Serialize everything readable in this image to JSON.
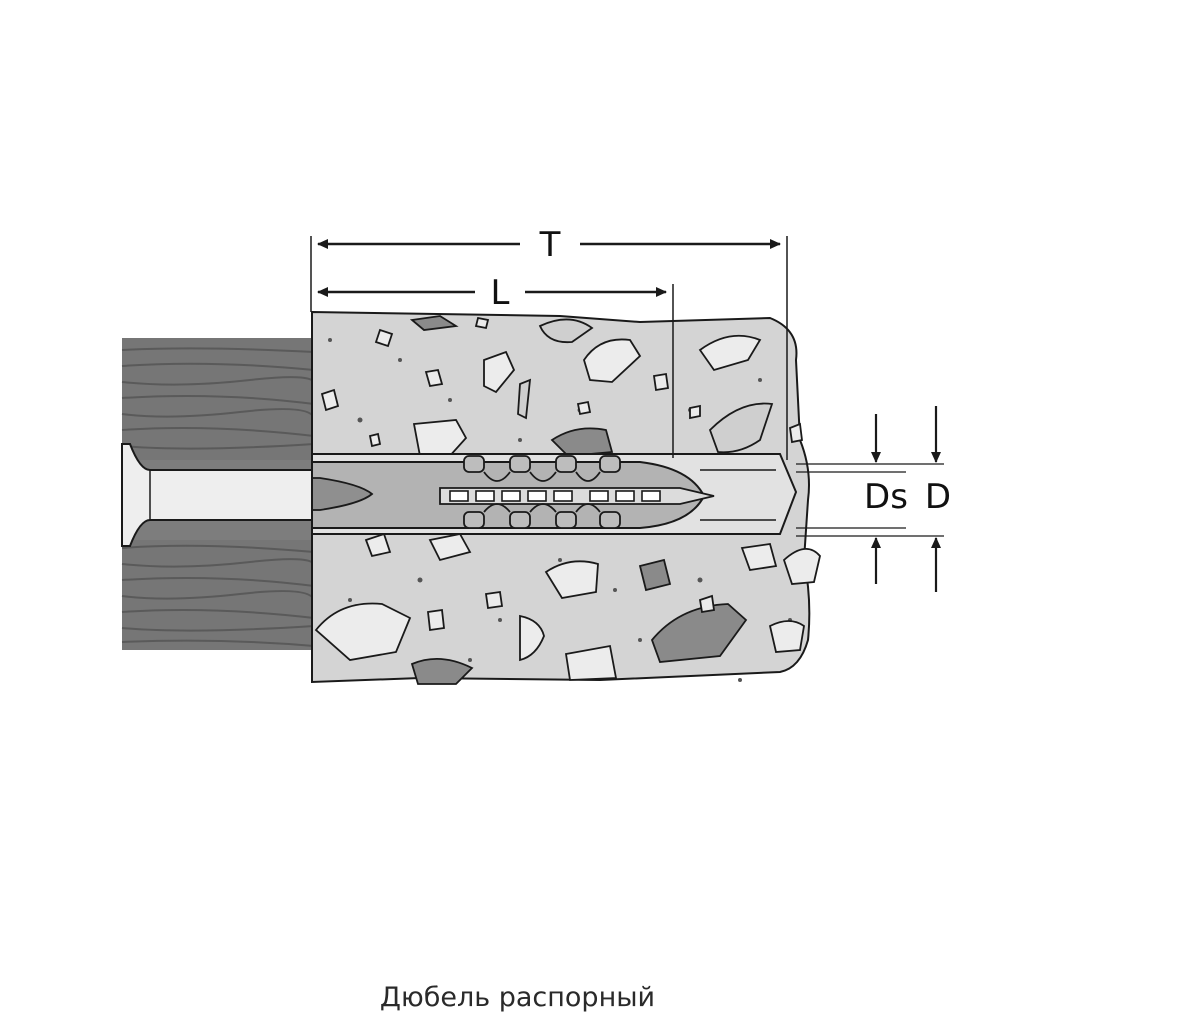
{
  "dimensions": {
    "total_length": "T",
    "dowel_length": "L",
    "screw_diameter": "Ds",
    "drill_diameter": "D"
  },
  "caption": "Дюбель распорный",
  "colors": {
    "concrete": "#d4d4d4",
    "wood": "#767676",
    "dowel": "#b3b3b3",
    "stone_light": "#ececec",
    "stone_dark": "#8a8a8a",
    "line": "#1a1a1a"
  }
}
